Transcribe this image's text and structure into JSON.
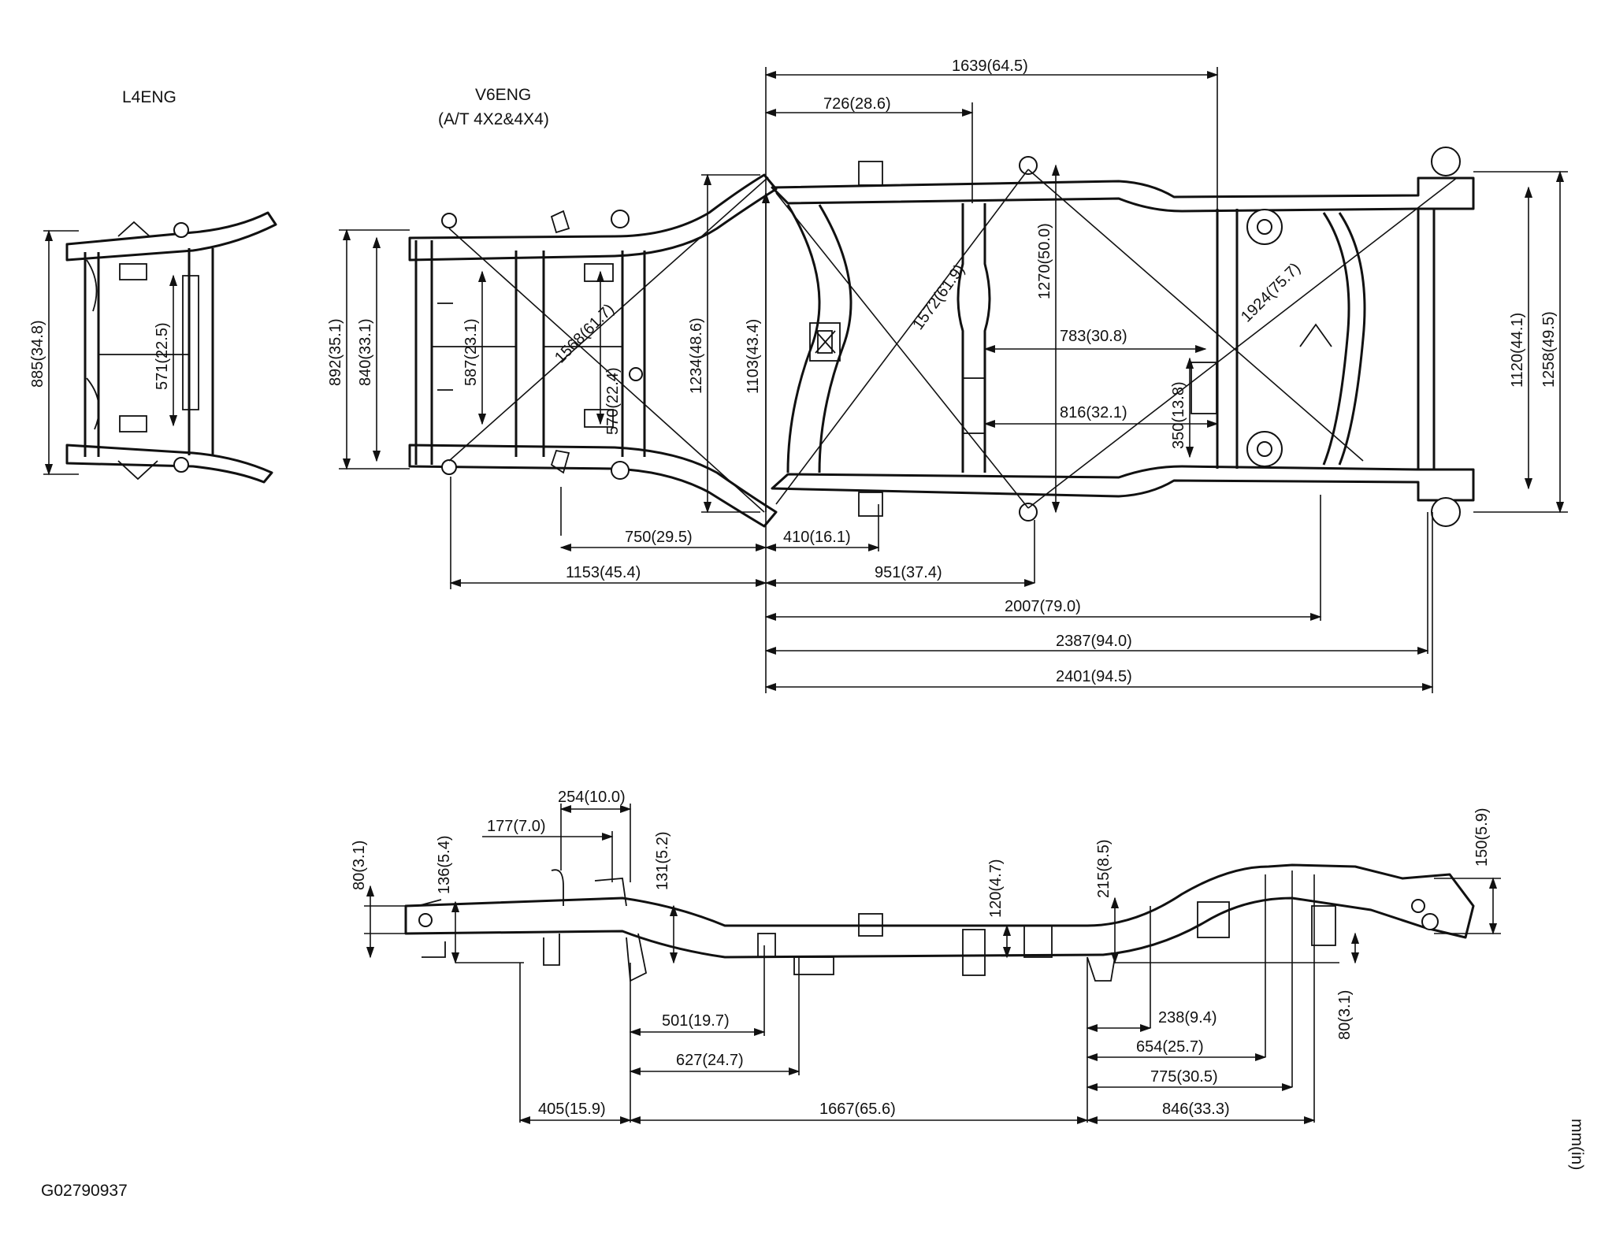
{
  "captions": {
    "l4_engine": "L4ENG",
    "v6_engine": "V6ENG",
    "v6_variant": "(A/T 4X2&4X4)",
    "figure_id": "G02790937",
    "units": "mm(in)"
  },
  "l4_view": {
    "height_outer": "885(34.8)",
    "width_inner": "571(22.5)"
  },
  "v6_view": {
    "height_outer": "892(35.1)",
    "height_inner": "840(33.1)",
    "width_587": "587(23.1)",
    "width_570": "570(22.4)",
    "diagonal_1568": "1568(61.7)",
    "height_1234": "1234(48.6)"
  },
  "plan_view": {
    "top_1639": "1639(64.5)",
    "top_726": "726(28.6)",
    "height_1103": "1103(43.4)",
    "diagonal_1572": "1572(61.9)",
    "height_1270": "1270(50.0)",
    "width_783": "783(30.8)",
    "width_816": "816(32.1)",
    "height_350": "350(13.8)",
    "diagonal_1924": "1924(75.7)",
    "height_1120": "1120(44.1)",
    "height_1258": "1258(49.5)",
    "bottom_750": "750(29.5)",
    "bottom_410": "410(16.1)",
    "bottom_1153": "1153(45.4)",
    "bottom_951": "951(37.4)",
    "bottom_2007": "2007(79.0)",
    "bottom_2387": "2387(94.0)",
    "bottom_2401": "2401(94.5)"
  },
  "side_view": {
    "top_254": "254(10.0)",
    "top_177": "177(7.0)",
    "height_80_left": "80(3.1)",
    "height_136": "136(5.4)",
    "height_131": "131(5.2)",
    "height_120": "120(4.7)",
    "height_215": "215(8.5)",
    "height_150": "150(5.9)",
    "height_80_right": "80(3.1)",
    "bottom_501": "501(19.7)",
    "bottom_627": "627(24.7)",
    "bottom_405": "405(15.9)",
    "bottom_1667": "1667(65.6)",
    "bottom_238": "238(9.4)",
    "bottom_654": "654(25.7)",
    "bottom_775": "775(30.5)",
    "bottom_846": "846(33.3)"
  }
}
